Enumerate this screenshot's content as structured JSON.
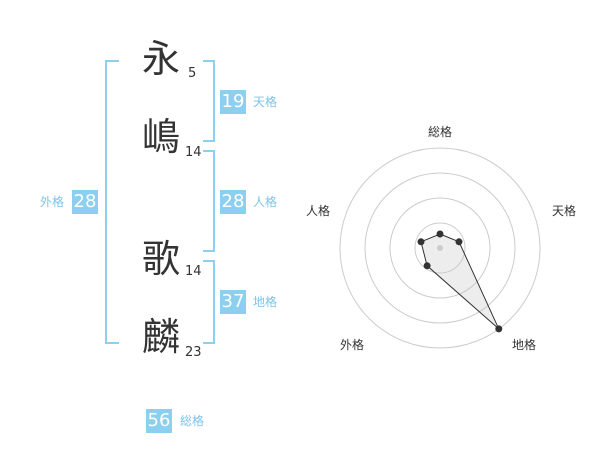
{
  "name": {
    "chars": [
      {
        "char": "永",
        "strokes": "5"
      },
      {
        "char": "嶋",
        "strokes": "14"
      },
      {
        "char": "歌",
        "strokes": "14"
      },
      {
        "char": "麟",
        "strokes": "23"
      }
    ]
  },
  "kaku": {
    "tenkaku": {
      "value": "19",
      "label": "天格"
    },
    "jinkaku": {
      "value": "28",
      "label": "人格"
    },
    "chikaku": {
      "value": "37",
      "label": "地格"
    },
    "gaikaku": {
      "value": "28",
      "label": "外格"
    },
    "soukaku": {
      "value": "56",
      "label": "総格"
    }
  },
  "colors": {
    "accent": "#8ccfef",
    "label": "#7cc4ea",
    "text": "#333333"
  },
  "chart_data": {
    "type": "radar",
    "axes": [
      "総格",
      "天格",
      "地格",
      "外格",
      "人格"
    ],
    "values": [
      0.14,
      0.2,
      1.0,
      0.22,
      0.2
    ],
    "rings": 4
  }
}
